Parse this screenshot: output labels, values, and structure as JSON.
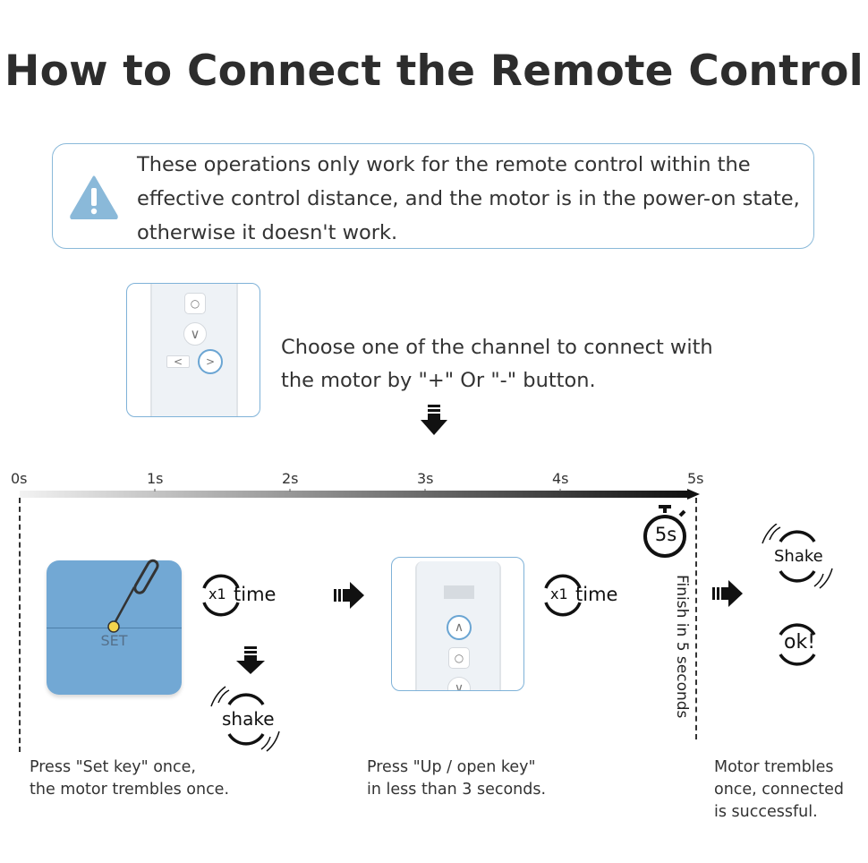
{
  "title": "How to Connect the Remote Control",
  "notice": {
    "icon": "warning-icon",
    "text": "These operations only work for the remote control within the effective control distance, and the motor is in the power-on state, otherwise it doesn't work.",
    "color": "#8ab9d9"
  },
  "step_choose": {
    "text_line1": "Choose one of the channel to connect with",
    "text_line2": "the motor by \"+\" Or \"-\" button."
  },
  "timeline": {
    "ticks": [
      "0s",
      "1s",
      "2s",
      "3s",
      "4s",
      "5s"
    ]
  },
  "timer": {
    "label": "5s"
  },
  "finish_text": "Finish in 5 seconds",
  "step1": {
    "set_label": "SET",
    "times_x": "x1",
    "times_word": "time",
    "shake": "shake",
    "caption_line1": "Press  \"Set key\" once,",
    "caption_line2": "the motor trembles once.",
    "box_color": "#72a8d4"
  },
  "step2": {
    "times_x": "x1",
    "times_word": "time",
    "caption_line1": "Press  \"Up / open key\"",
    "caption_line2": "in less than 3 seconds."
  },
  "step3": {
    "shake": "Shake",
    "ok": "ok!",
    "caption_line1": "Motor trembles",
    "caption_line2": "once, connected",
    "caption_line3": "is successful."
  }
}
